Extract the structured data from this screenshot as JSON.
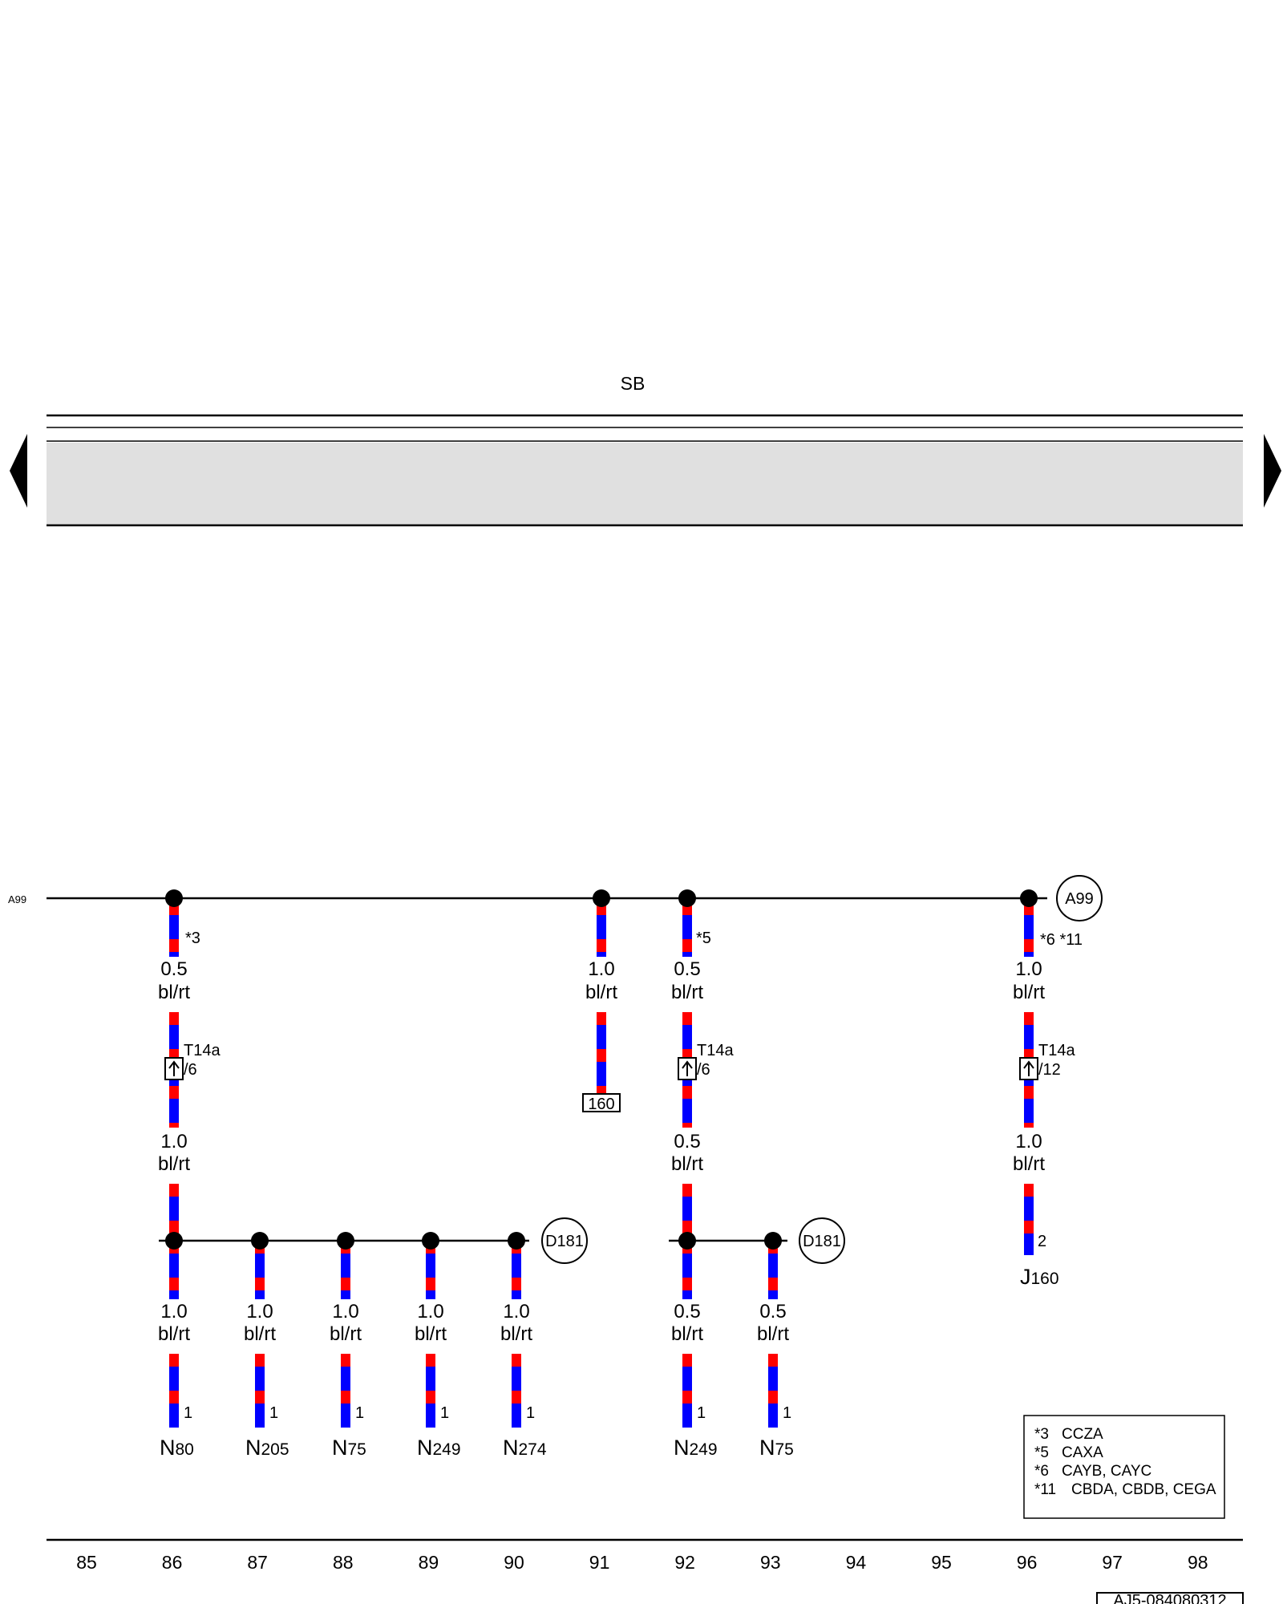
{
  "header": {
    "bus_label": "SB"
  },
  "rail": {
    "left_label": "A99",
    "right_ref": "A99"
  },
  "branches": [
    {
      "id": "b86",
      "top_wire": {
        "size": "0.5",
        "color": "bl/rt"
      },
      "star": "*3",
      "connector": {
        "name": "T14a",
        "pin": "/6"
      },
      "bottom_wire": {
        "size": "1.0",
        "color": "bl/rt"
      }
    },
    {
      "id": "b91",
      "top_wire": {
        "size": "1.0",
        "color": "bl/rt"
      },
      "ref_box": "160"
    },
    {
      "id": "b92",
      "top_wire": {
        "size": "0.5",
        "color": "bl/rt"
      },
      "star": "*5",
      "connector": {
        "name": "T14a",
        "pin": "/6"
      },
      "bottom_wire": {
        "size": "0.5",
        "color": "bl/rt"
      }
    },
    {
      "id": "b96",
      "top_wire": {
        "size": "1.0",
        "color": "bl/rt"
      },
      "star": "*6 *11",
      "connector": {
        "name": "T14a",
        "pin": "/12"
      },
      "bottom_wire": {
        "size": "1.0",
        "color": "bl/rt"
      },
      "pin": "2",
      "component": {
        "prefix": "J",
        "number": "160"
      }
    }
  ],
  "splices": [
    {
      "id": "s1",
      "ref": "D181"
    },
    {
      "id": "s2",
      "ref": "D181"
    }
  ],
  "components": [
    {
      "id": "c86",
      "wire": {
        "size": "1.0",
        "color": "bl/rt"
      },
      "pin": "1",
      "prefix": "N",
      "number": "80"
    },
    {
      "id": "c87",
      "wire": {
        "size": "1.0",
        "color": "bl/rt"
      },
      "pin": "1",
      "prefix": "N",
      "number": "205"
    },
    {
      "id": "c88",
      "wire": {
        "size": "1.0",
        "color": "bl/rt"
      },
      "pin": "1",
      "prefix": "N",
      "number": "75"
    },
    {
      "id": "c89",
      "wire": {
        "size": "1.0",
        "color": "bl/rt"
      },
      "pin": "1",
      "prefix": "N",
      "number": "249"
    },
    {
      "id": "c90",
      "wire": {
        "size": "1.0",
        "color": "bl/rt"
      },
      "pin": "1",
      "prefix": "N",
      "number": "274"
    },
    {
      "id": "c92",
      "wire": {
        "size": "0.5",
        "color": "bl/rt"
      },
      "pin": "1",
      "prefix": "N",
      "number": "249"
    },
    {
      "id": "c93",
      "wire": {
        "size": "0.5",
        "color": "bl/rt"
      },
      "pin": "1",
      "prefix": "N",
      "number": "75"
    }
  ],
  "footnotes": [
    {
      "key": "*3",
      "value": "CCZA"
    },
    {
      "key": "*5",
      "value": "CAXA"
    },
    {
      "key": "*6",
      "value": "CAYB, CAYC"
    },
    {
      "key": "*11",
      "value": "CBDA, CBDB, CEGA"
    }
  ],
  "columns": [
    "85",
    "86",
    "87",
    "88",
    "89",
    "90",
    "91",
    "92",
    "93",
    "94",
    "95",
    "96",
    "97",
    "98"
  ],
  "doc_id": "AJ5-084080312",
  "colors": {
    "wire_primary": "#0000ff",
    "wire_stripe": "#ff0000",
    "bus_fill": "#e0e0e0",
    "line": "#000000"
  }
}
